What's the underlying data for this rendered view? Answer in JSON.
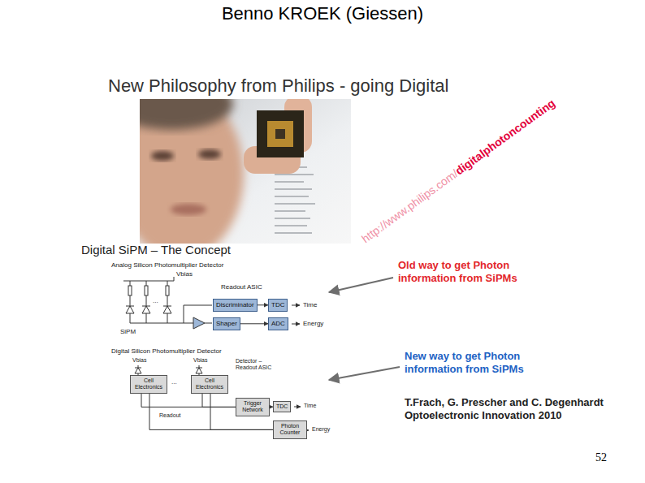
{
  "diagram": {
    "title": "Benno KROEK (Giessen)",
    "nodes": [
      {
        "text": [
          "Discriminator"
        ]
      },
      {
        "text": [
          "TDC"
        ]
      },
      {
        "text": [
          "Shaper"
        ]
      },
      {
        "text": [
          "ADC"
        ]
      },
      {
        "text": [
          "Cell Electronics"
        ]
      },
      {
        "text": [
          "Cell Electronics"
        ]
      },
      {
        "text": [
          "Trigger Network"
        ]
      },
      {
        "text": [
          "TDC"
        ]
      },
      {
        "text": [
          "Photon Counter"
        ]
      }
    ],
    "edges": [
      {
        "from": 0,
        "to": 1,
        "arrow": "to"
      },
      {
        "from": 2,
        "to": 3,
        "arrow": "to"
      },
      {
        "from": 4,
        "to": 6,
        "arrow": "none"
      },
      {
        "from": 5,
        "to": 6,
        "arrow": "none"
      },
      {
        "from": 4,
        "to": 8,
        "arrow": "none"
      },
      {
        "from": 5,
        "to": 8,
        "arrow": "none"
      },
      {
        "from": 6,
        "to": 7,
        "arrow": "to"
      }
    ],
    "labels": [
      "New Philosophy from Philips - going Digital",
      "http://www.philips.com/",
      "digitalphotoncounting",
      "Digital SiPM – The Concept",
      "Analog Silicon Photomultiplier Detector",
      "Vbias",
      "Readout ASIC",
      "...",
      "SiPM",
      "Time",
      "Energy",
      "Digital Silicon Photomultiplier Detector",
      "Vbias",
      "Vbias",
      "...",
      "Detector – Readout ASIC",
      "Readout",
      "Time",
      "Energy",
      "Old way to get Photon information from SiPMs",
      "New way to get Photon information from SiPMs",
      "T.Frach, G. Prescher and C. Degenhardt Optoelectronic Innovation 2010",
      "52"
    ]
  }
}
